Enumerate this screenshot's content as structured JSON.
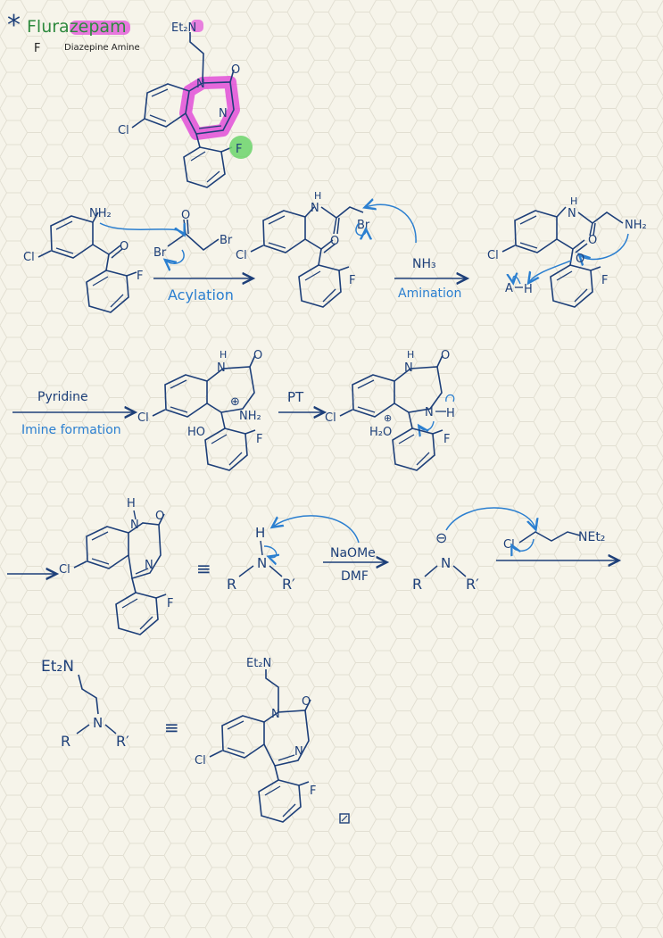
{
  "header": {
    "asterisk": "*",
    "title": "Flurazepam",
    "legend_letter": "F",
    "legend_text": "Diazepine Amine"
  },
  "labels": {
    "Et2N": "Et₂N",
    "N": "N",
    "O": "O",
    "F": "F",
    "Cl": "Cl",
    "NH2": "NH₂",
    "H": "H",
    "Br": "Br",
    "NH3": "NH₃",
    "NEt2": "NEt₂",
    "HO": "HO",
    "H2O": "H₂O",
    "plus": "⊕",
    "minus": "⊖",
    "R": "R",
    "R_prime": "R′",
    "A": "A",
    "equiv": "≡"
  },
  "reagents": {
    "acylation": "Acylation",
    "amination": "Amination",
    "pyridine": "Pyridine",
    "imine_formation": "Imine formation",
    "pt": "PT",
    "naome": "NaOMe",
    "dmf": "DMF"
  },
  "colors": {
    "background": "#f6f4ea",
    "hex_grid": "#e2dfd2",
    "ink": "#1d3f79",
    "accent_blue": "#2b7fd0",
    "highlight_green": "#6bd46b",
    "highlight_magenta": "#e24fd8"
  }
}
